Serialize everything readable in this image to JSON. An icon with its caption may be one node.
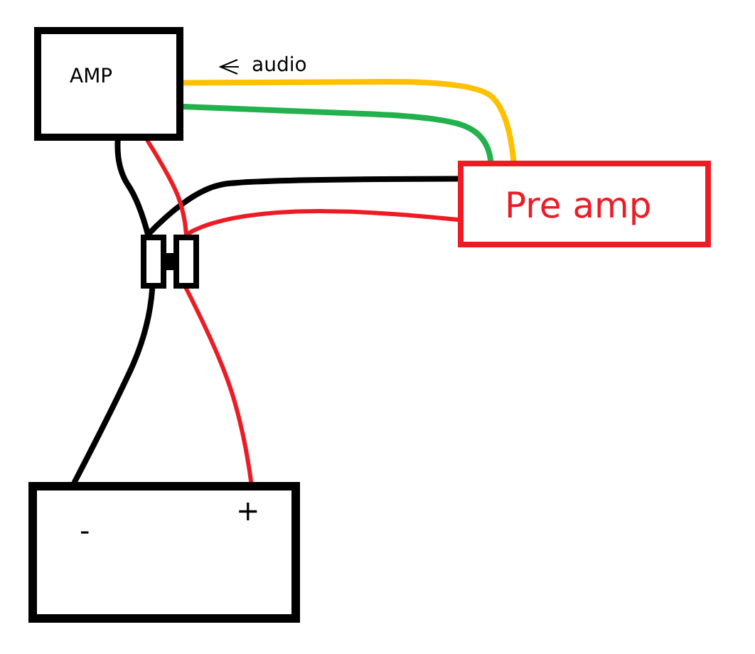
{
  "diagram": {
    "nodes": [
      {
        "text": [
          "AMP"
        ]
      },
      {
        "text": [
          "Pre amp"
        ]
      },
      {
        "text": [],
        "shape": "box"
      },
      {
        "text": [],
        "shape": "box"
      },
      {
        "text": [
          "-",
          "+"
        ]
      }
    ],
    "edges": [
      {
        "from": 0,
        "to": 1,
        "arrow": "none",
        "color": "#ffc000",
        "label": "audio"
      },
      {
        "from": 0,
        "to": 1,
        "arrow": "none",
        "color": "#22b14c"
      },
      {
        "from": 0,
        "to": 2,
        "arrow": "none",
        "color": "#000000"
      },
      {
        "from": 1,
        "to": 2,
        "arrow": "none",
        "color": "#000000"
      },
      {
        "from": 0,
        "to": 3,
        "arrow": "none",
        "color": "#ed1c24"
      },
      {
        "from": 1,
        "to": 3,
        "arrow": "none",
        "color": "#ed1c24"
      },
      {
        "from": 2,
        "to": 4,
        "arrow": "none",
        "color": "#000000"
      },
      {
        "from": 3,
        "to": 4,
        "arrow": "none",
        "color": "#ed1c24"
      }
    ]
  }
}
